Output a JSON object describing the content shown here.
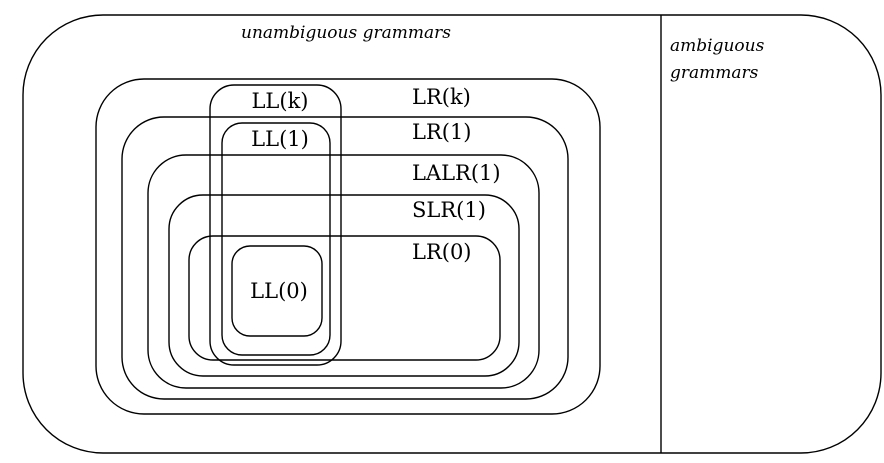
{
  "regions": {
    "unambiguous": "unambiguous grammars",
    "ambiguous_line1": "ambiguous",
    "ambiguous_line2": "grammars"
  },
  "classes": {
    "ll_k": "LL(k)",
    "ll_1": "LL(1)",
    "ll_0": "LL(0)",
    "lr_k": "LR(k)",
    "lr_1": "LR(1)",
    "lalr_1": "LALR(1)",
    "slr_1": "SLR(1)",
    "lr_0": "LR(0)"
  },
  "colors": {
    "stroke": "#000000",
    "background": "#ffffff"
  }
}
